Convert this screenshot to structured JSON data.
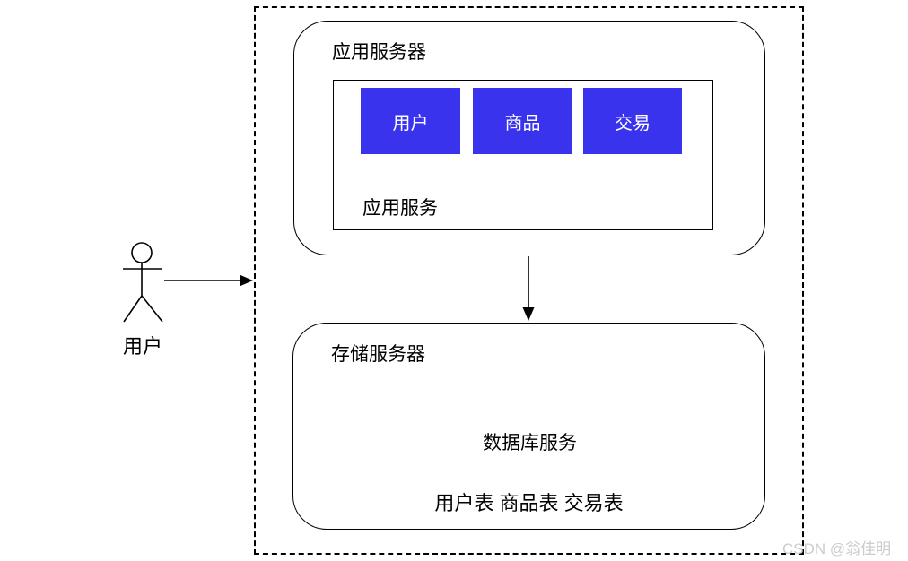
{
  "diagram": {
    "actor": {
      "label": "用户"
    },
    "app_server": {
      "title": "应用服务器",
      "service_group": {
        "label": "应用服务",
        "modules": [
          {
            "label": "用户"
          },
          {
            "label": "商品"
          },
          {
            "label": "交易"
          }
        ]
      }
    },
    "storage_server": {
      "title": "存储服务器",
      "database": {
        "label": "数据库服务"
      },
      "tables_label": "用户表 商品表 交易表"
    },
    "watermark": "CSDN @翁佳明",
    "colors": {
      "module_fill": "#3a33ee",
      "module_text": "#ffffff",
      "stroke": "#000000",
      "watermark": "#cccccc"
    }
  }
}
